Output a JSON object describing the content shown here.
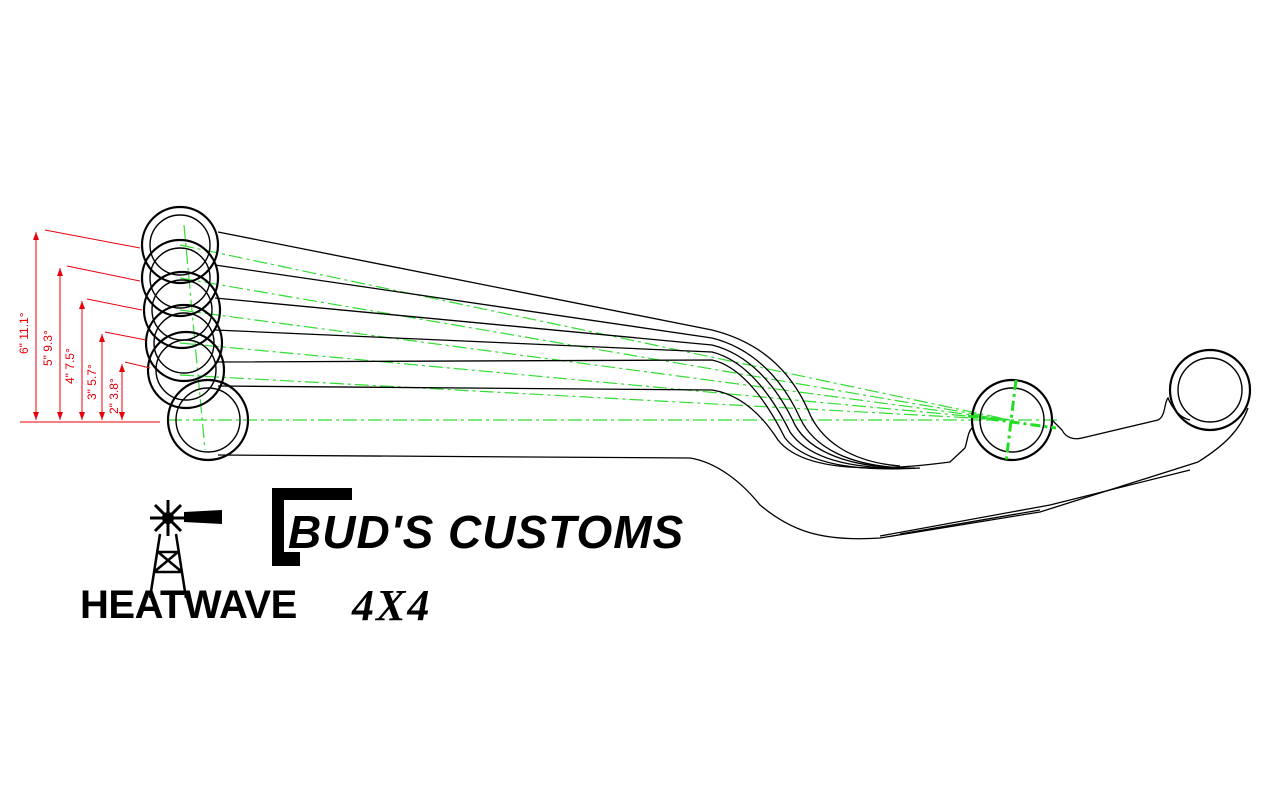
{
  "dimensions": [
    {
      "lift": "6\"",
      "angle": "11.1°",
      "label": "6\" 11.1°"
    },
    {
      "lift": "5\"",
      "angle": "9.3°",
      "label": "5\" 9.3°"
    },
    {
      "lift": "4\"",
      "angle": "7.5°",
      "label": "4\" 7.5°"
    },
    {
      "lift": "3\"",
      "angle": "5.7°",
      "label": "3\" 5.7°"
    },
    {
      "lift": "2\"",
      "angle": "3.8°",
      "label": "2\" 3.8°"
    }
  ],
  "logos": {
    "buds_customs": "BUD'S CUSTOMS",
    "heatwave": "HEATWAVE",
    "fourbyfour": "4X4"
  },
  "colors": {
    "outline": "#000000",
    "dimension": "#e8000b",
    "centerline": "#33dd33"
  }
}
